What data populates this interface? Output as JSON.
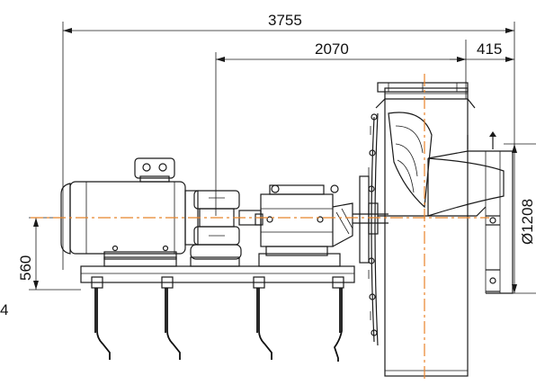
{
  "dimensions": {
    "overall_length": "3755",
    "shaft_to_fan": "2070",
    "inlet_offset": "415",
    "fan_diameter": "Ø1208",
    "shaft_height": "560",
    "partial_left_label": "4"
  },
  "colors": {
    "centerline": "#e8832a",
    "line": "#1a1a1a",
    "background": "#ffffff"
  }
}
